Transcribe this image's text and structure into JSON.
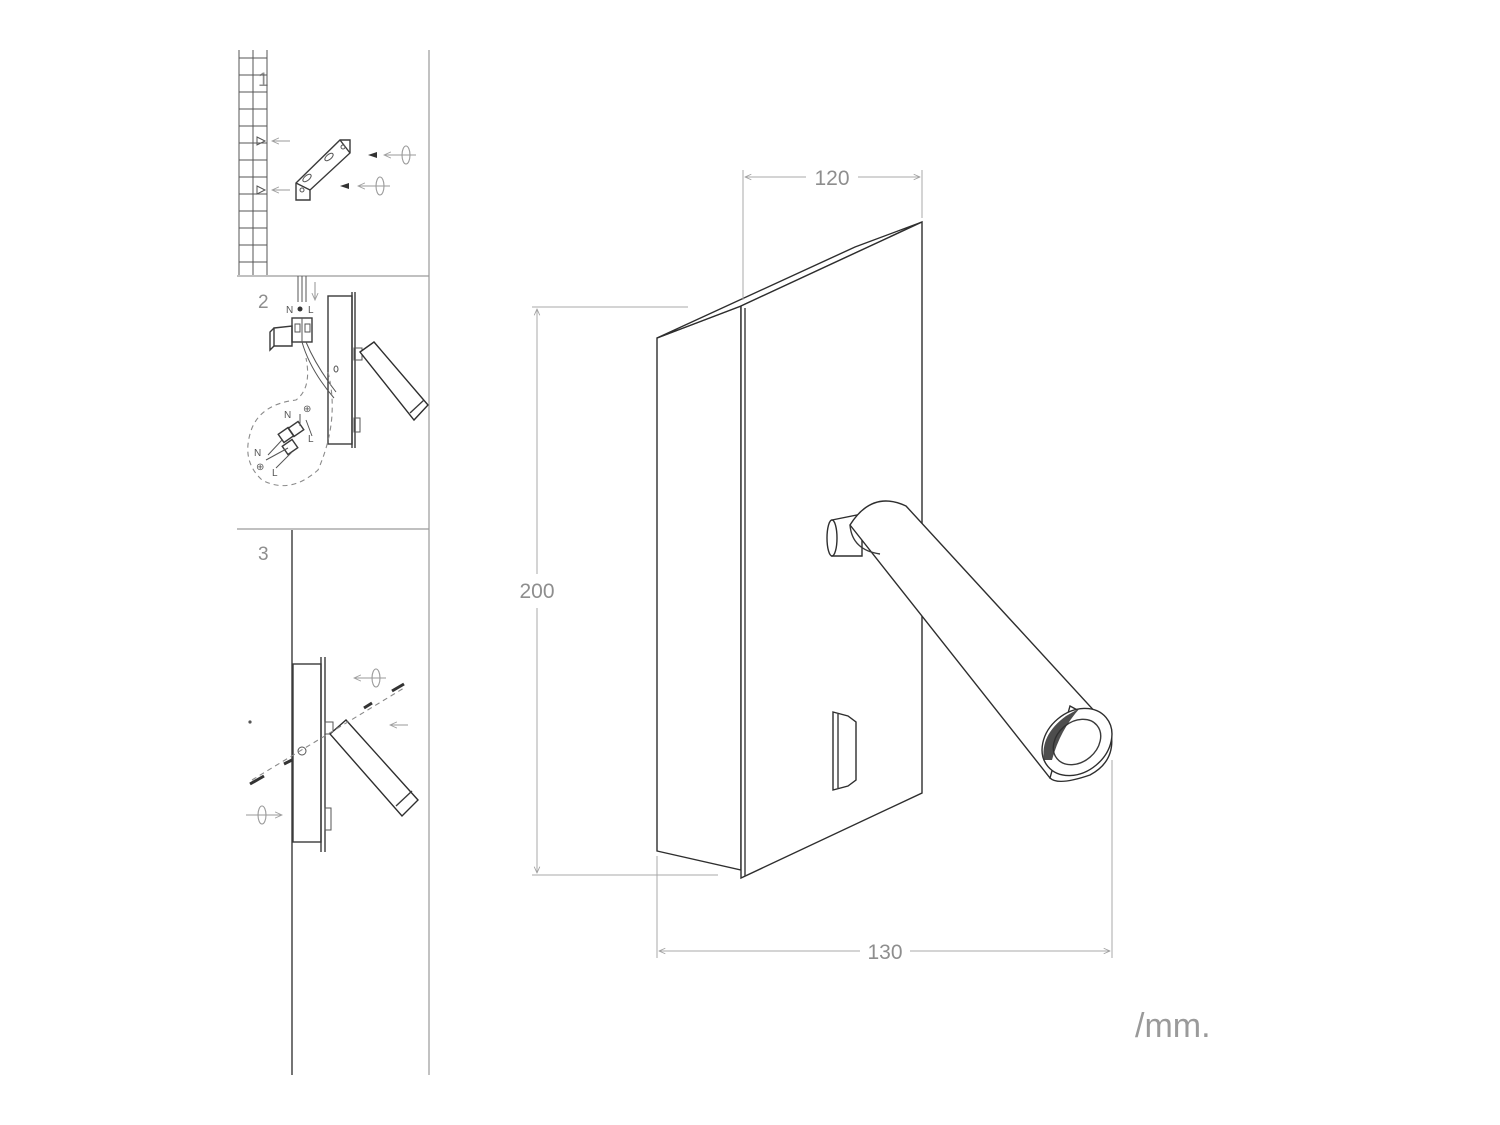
{
  "steps": {
    "step1_label": "1",
    "step2_label": "2",
    "step3_label": "3"
  },
  "wiring": {
    "neutral": "N",
    "live": "L",
    "earth": "⊕"
  },
  "dimensions": {
    "width_top": "120",
    "height": "200",
    "depth_bottom": "130"
  },
  "unit": "/mm."
}
